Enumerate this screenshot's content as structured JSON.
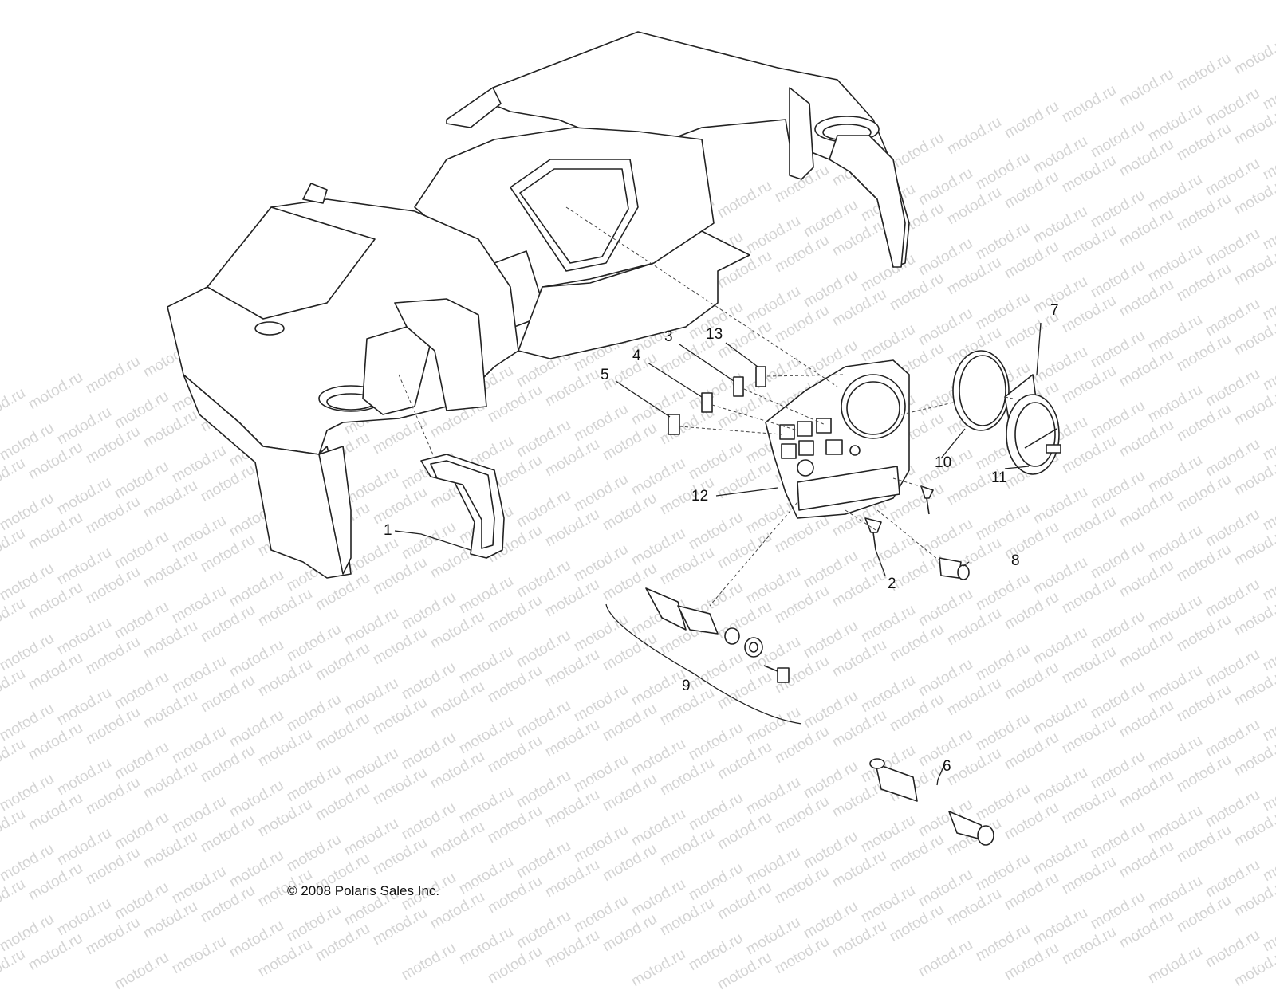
{
  "diagram": {
    "watermark": "motod.ru",
    "copyright": "© 2008 Polaris Sales Inc.",
    "callouts": [
      {
        "id": "c1",
        "label": "1"
      },
      {
        "id": "c2",
        "label": "2"
      },
      {
        "id": "c3",
        "label": "3"
      },
      {
        "id": "c4",
        "label": "4"
      },
      {
        "id": "c5",
        "label": "5"
      },
      {
        "id": "c6",
        "label": "6"
      },
      {
        "id": "c7",
        "label": "7"
      },
      {
        "id": "c8",
        "label": "8"
      },
      {
        "id": "c9",
        "label": "9"
      },
      {
        "id": "c10",
        "label": "10"
      },
      {
        "id": "c11",
        "label": "11"
      },
      {
        "id": "c12",
        "label": "12"
      },
      {
        "id": "c13",
        "label": "13"
      }
    ],
    "colors": {
      "line": "#222222",
      "fill": "#ffffff",
      "watermark": "#d4d4d4"
    }
  }
}
